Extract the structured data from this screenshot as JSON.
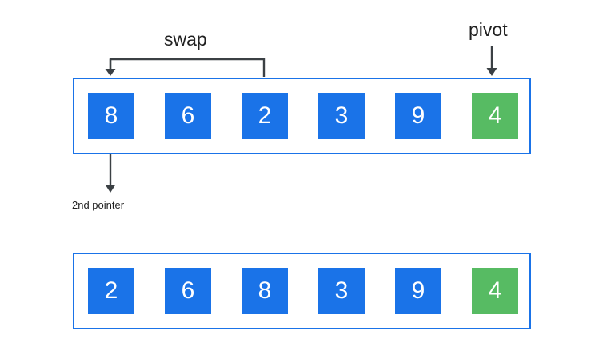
{
  "diagram": {
    "title": "quicksort-partition-swap-step",
    "colors": {
      "box_blue": "#1a73e8",
      "box_green": "#57bb63",
      "container_border": "#1a73e8",
      "annotation_line": "#3b4044",
      "text": "#212121",
      "background": "#ffffff"
    },
    "annotations": {
      "swap_label": "swap",
      "pivot_label": "pivot",
      "second_pointer_label": "2nd pointer"
    },
    "rows": [
      {
        "name": "before-swap",
        "cells": [
          {
            "value": "8",
            "color": "blue"
          },
          {
            "value": "6",
            "color": "blue"
          },
          {
            "value": "2",
            "color": "blue"
          },
          {
            "value": "3",
            "color": "blue"
          },
          {
            "value": "9",
            "color": "blue"
          },
          {
            "value": "4",
            "color": "green"
          }
        ]
      },
      {
        "name": "after-swap",
        "cells": [
          {
            "value": "2",
            "color": "blue"
          },
          {
            "value": "6",
            "color": "blue"
          },
          {
            "value": "8",
            "color": "blue"
          },
          {
            "value": "3",
            "color": "blue"
          },
          {
            "value": "9",
            "color": "blue"
          },
          {
            "value": "4",
            "color": "green"
          }
        ]
      }
    ]
  }
}
